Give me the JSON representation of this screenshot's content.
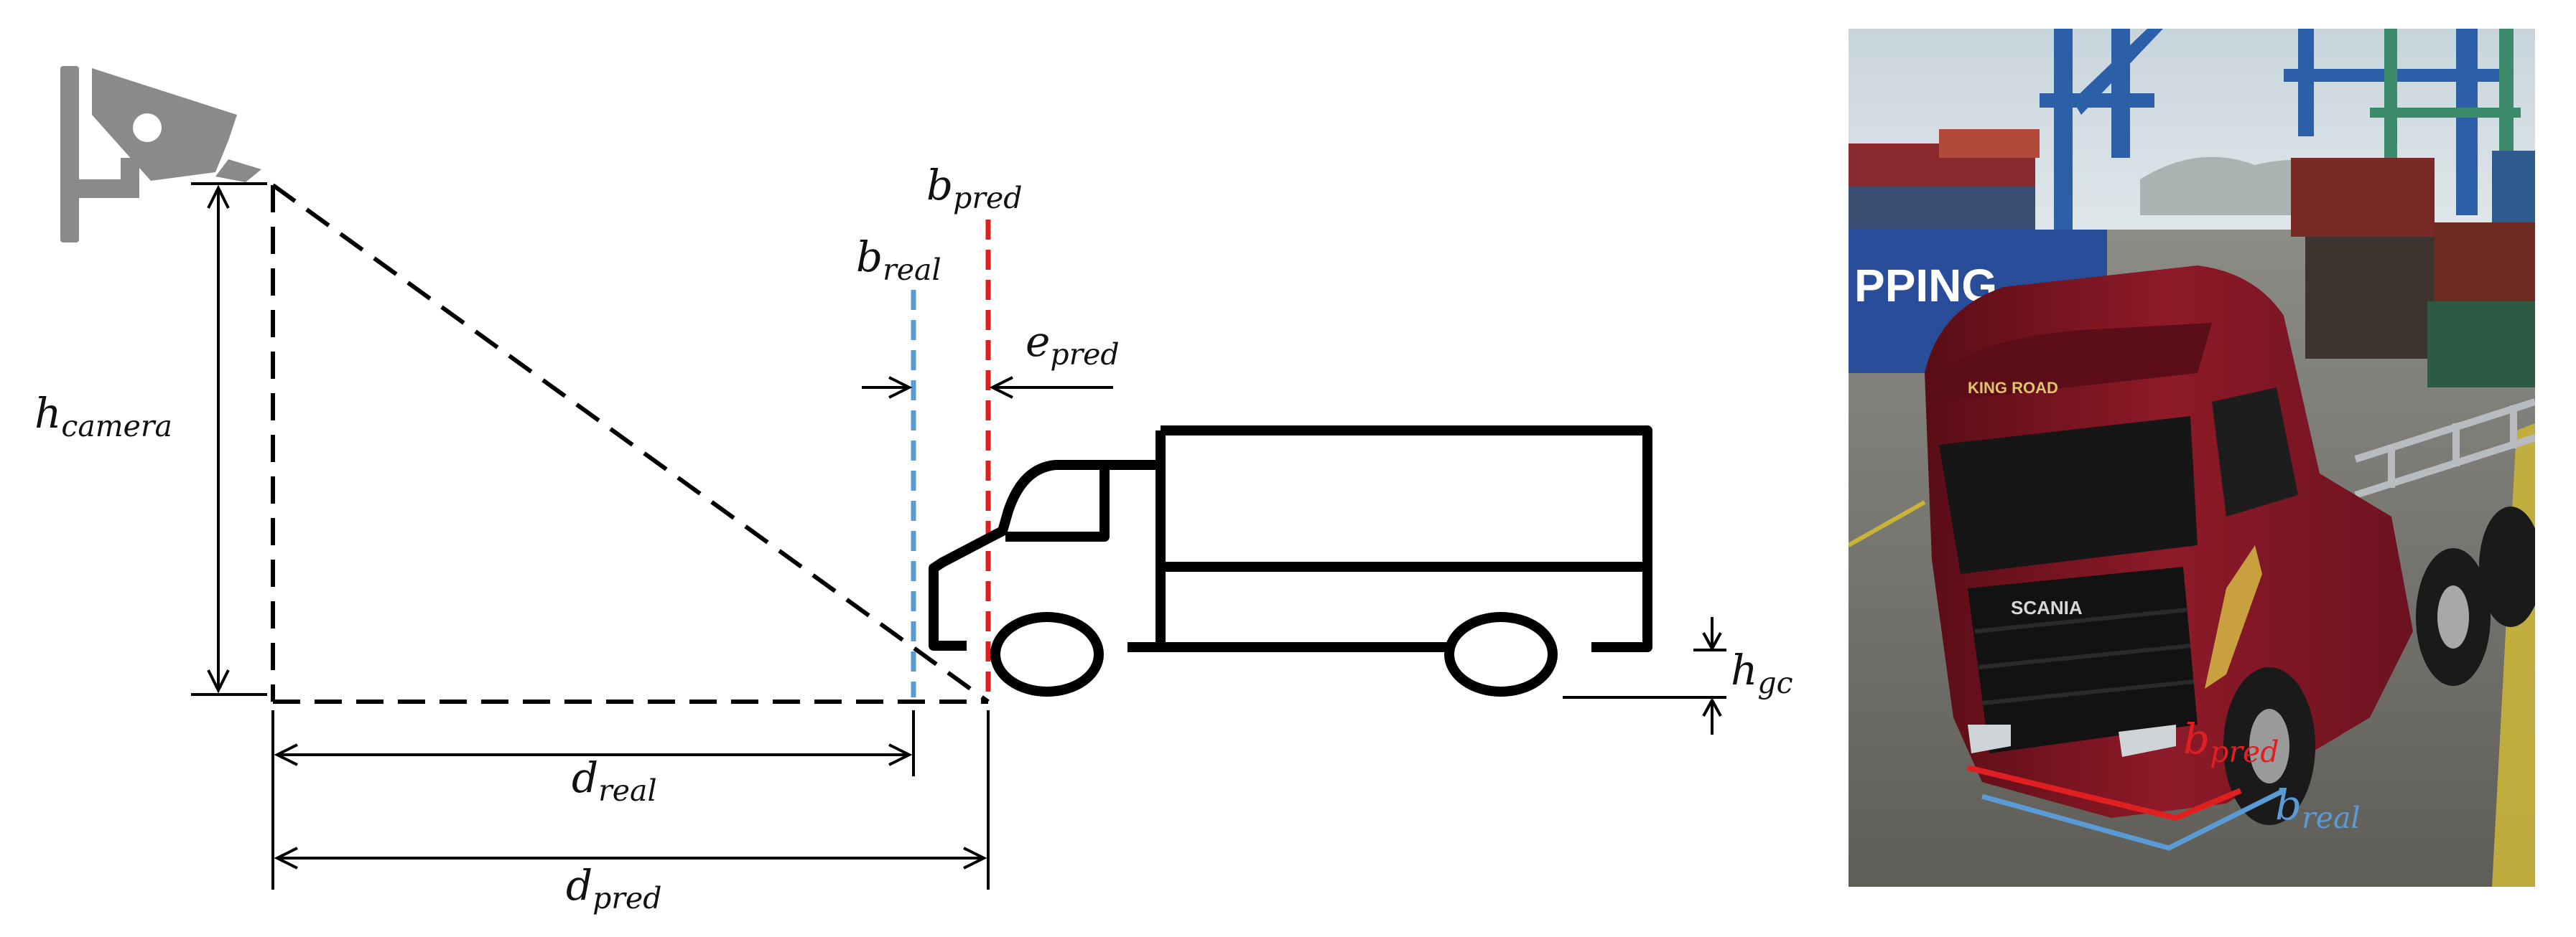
{
  "colors": {
    "ink": "#000000",
    "pred": "#e02020",
    "real": "#5b9bd5",
    "icon_gray": "#8a8a8a",
    "truck_red": "#7a1420"
  },
  "icons": {
    "camera": "cctv-camera-icon",
    "truck": "box-truck-icon"
  },
  "labels": {
    "h_camera": {
      "base": "h",
      "sub": "camera"
    },
    "b_pred": {
      "base": "b",
      "sub": "pred"
    },
    "b_real": {
      "base": "b",
      "sub": "real"
    },
    "e_pred": {
      "base": "e",
      "sub": "pred"
    },
    "h_gc": {
      "base": "h",
      "sub": "gc"
    },
    "d_real": {
      "base": "d",
      "sub": "real"
    },
    "d_pred": {
      "base": "d",
      "sub": "pred"
    }
  },
  "photo": {
    "banner_text": "PPING",
    "visor_text": "KING ROAD",
    "grille_text": "SCANIA",
    "b_pred": {
      "base": "b",
      "sub": "pred"
    },
    "b_real": {
      "base": "b",
      "sub": "real"
    }
  }
}
